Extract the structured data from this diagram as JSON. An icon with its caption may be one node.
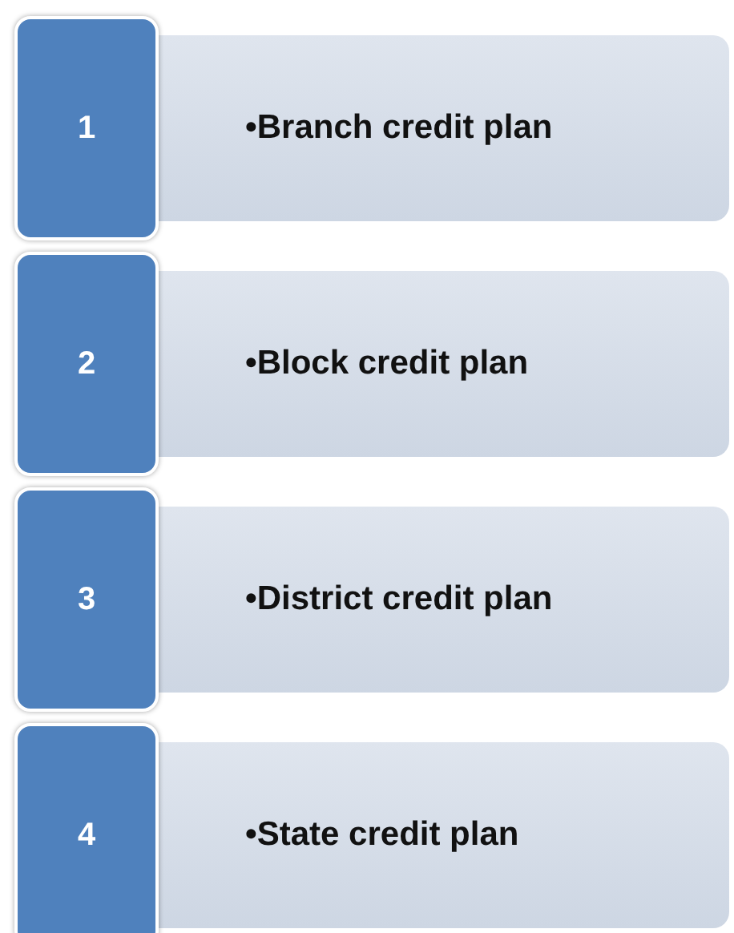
{
  "diagram": {
    "nodes": [
      {
        "text": [
          "1"
        ]
      },
      {
        "text": [
          "•Branch credit plan"
        ]
      },
      {
        "text": [
          "2"
        ]
      },
      {
        "text": [
          "•Block credit plan"
        ]
      },
      {
        "text": [
          "3"
        ]
      },
      {
        "text": [
          "•District credit plan"
        ]
      },
      {
        "text": [
          "4"
        ]
      },
      {
        "text": [
          "•State credit plan"
        ]
      }
    ]
  }
}
